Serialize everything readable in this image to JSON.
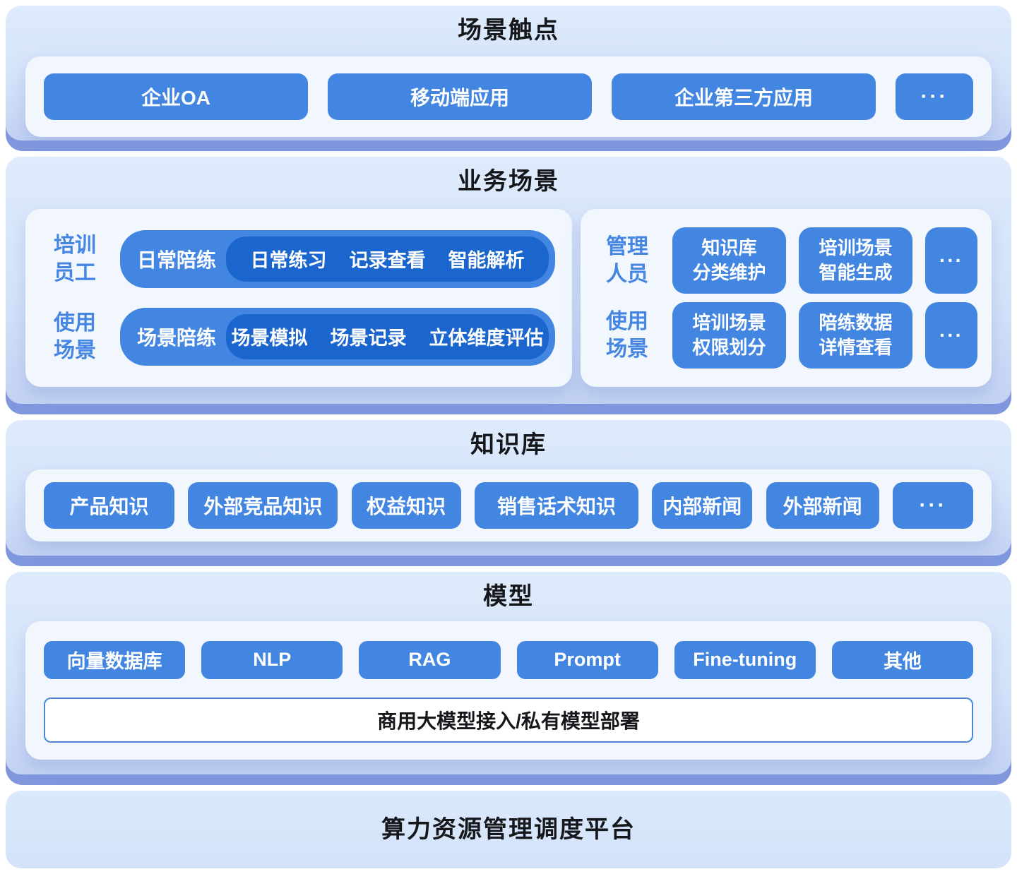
{
  "colors": {
    "chip_blue": "#4386E1",
    "inner_pill_blue": "#1A65CE",
    "band_top": "#DEEBFC",
    "band_bottom": "#C3D2F2",
    "band_edge": "#8097DE",
    "panel_bg": "#F2F7FE",
    "title_text": "#15171B",
    "label_blue": "#4486E1"
  },
  "layers": {
    "touchpoints": {
      "title": "场景触点",
      "chips": [
        "企业OA",
        "移动端应用",
        "企业第三方应用"
      ],
      "more": "···"
    },
    "business": {
      "title": "业务场景",
      "left": {
        "rows": [
          {
            "label": [
              "培训",
              "员工"
            ],
            "pill": "日常陪练",
            "items": [
              "日常练习",
              "记录查看",
              "智能解析"
            ]
          },
          {
            "label": [
              "使用",
              "场景"
            ],
            "pill": "场景陪练",
            "items": [
              "场景模拟",
              "场景记录",
              "立体维度评估"
            ]
          }
        ]
      },
      "right": {
        "rows": [
          {
            "label": [
              "管理",
              "人员"
            ],
            "buttons": [
              [
                "知识库",
                "分类维护"
              ],
              [
                "培训场景",
                "智能生成"
              ]
            ],
            "more": "···"
          },
          {
            "label": [
              "使用",
              "场景"
            ],
            "buttons": [
              [
                "培训场景",
                "权限划分"
              ],
              [
                "陪练数据",
                "详情查看"
              ]
            ],
            "more": "···"
          }
        ]
      }
    },
    "knowledge": {
      "title": "知识库",
      "chips": [
        "产品知识",
        "外部竞品知识",
        "权益知识",
        "销售话术知识",
        "内部新闻",
        "外部新闻"
      ],
      "more": "···"
    },
    "model": {
      "title": "模型",
      "chips": [
        "向量数据库",
        "NLP",
        "RAG",
        "Prompt",
        "Fine-tuning",
        "其他"
      ],
      "bar": "商用大模型接入/私有模型部署"
    },
    "platform": {
      "title": "算力资源管理调度平台"
    }
  }
}
